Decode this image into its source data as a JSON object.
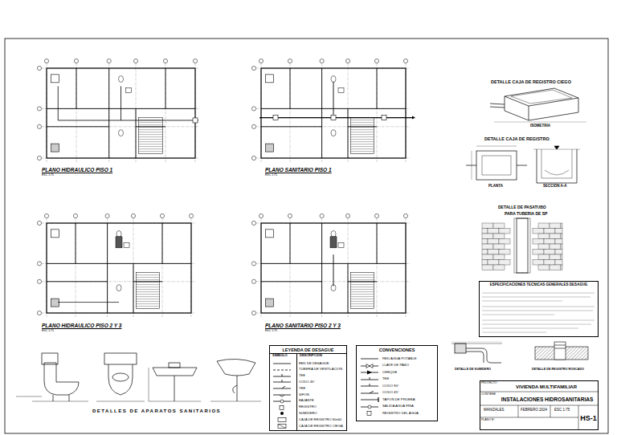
{
  "diagram": {
    "nodes": [
      {
        "text": [
          "LEYENDA DE DESAGUE"
        ]
      },
      {
        "text": [
          "CONVENCIONES"
        ]
      },
      {
        "text": [
          "ESPECIFICACIONES TECNICAS GENERALES DESAGUE"
        ]
      },
      {
        "text": [
          "VIVIENDA MULTIFAMILIAR"
        ]
      },
      {
        "text": [
          "INSTALACIONES HIDROSANITARIAS"
        ],
        "in": 3
      },
      {
        "text": [
          "HS-1"
        ],
        "in": 3
      }
    ],
    "labels": [
      "PLANO HIDRAULICO PISO 1",
      "ESC 1:75",
      "PLANO SANITARIO PISO 1",
      "ESC 1:75",
      "PLANO HIDRAULICO PISO 2 Y 3",
      "ESC 1:75",
      "PLANO SANITARIO PISO 2 Y 3",
      "ESC 1:75",
      "DETALLE CAJA DE REGISTRO CIEGO",
      "ISOMETRIA",
      "DETALLE CAJA DE REGISTRO",
      "PLANTA",
      "SECCION A-A",
      "DETALLE DE PASATUBO",
      "PARA TUBERIA DE SP",
      "DETALLE DE SUMIDERO",
      "DETALLE DE REGISTRO ROSCADO",
      "DETALLES DE APARATOS SANITARIOS",
      "SIMBOLO",
      "DESCRIPCION",
      "PROYECTO",
      "CONTIENE",
      "MANIZALES",
      "FEBRERO 2024",
      "ESC 1:75",
      "PLANO N°"
    ],
    "legend": [
      {
        "text": "RED DE DESAGUE"
      },
      {
        "text": "TUBERIA DE VENTILACION"
      },
      {
        "text": "TEE"
      },
      {
        "text": "CODO 45°"
      },
      {
        "text": "YEE"
      },
      {
        "text": "SIFON"
      },
      {
        "text": "BAJANTE"
      },
      {
        "text": "REGISTRO"
      },
      {
        "text": "SUMIDERO"
      },
      {
        "text": "CAJA DE REGISTRO 60x60"
      },
      {
        "text": "CAJA DE REGISTRO CIEGA"
      },
      {
        "text": "RED AGUA POTABLE"
      },
      {
        "text": "LLAVE DE PASO"
      },
      {
        "text": "CHEQUE"
      },
      {
        "text": "TEE"
      },
      {
        "text": "CODO 90°"
      },
      {
        "text": "CODO 45°"
      },
      {
        "text": "TAPON DE PRUEBA"
      },
      {
        "text": "SALIDA AGUA FRIA"
      },
      {
        "text": "REGISTRO DEL AGUA"
      }
    ]
  }
}
